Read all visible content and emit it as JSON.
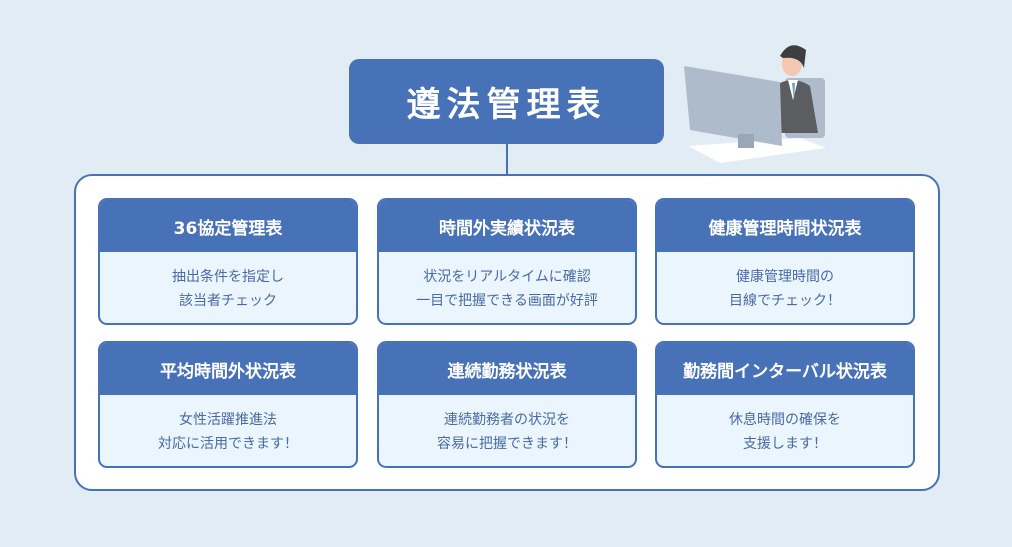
{
  "title": "遵法管理表",
  "cards": [
    {
      "title": "36協定管理表",
      "line1": "抽出条件を指定し",
      "line2": "該当者チェック"
    },
    {
      "title": "時間外実績状況表",
      "line1": "状況をリアルタイムに確認",
      "line2": "一目で把握できる画面が好評"
    },
    {
      "title": "健康管理時間状況表",
      "line1": "健康管理時間の",
      "line2": "目線でチェック！"
    },
    {
      "title": "平均時間外状況表",
      "line1": "女性活躍推進法",
      "line2": "対応に活用できます！"
    },
    {
      "title": "連続勤務状況表",
      "line1": "連続勤務者の状況を",
      "line2": "容易に把握できます！"
    },
    {
      "title": "勤務間インターバル状況表",
      "line1": "休息時間の確保を",
      "line2": "支援します！"
    }
  ]
}
